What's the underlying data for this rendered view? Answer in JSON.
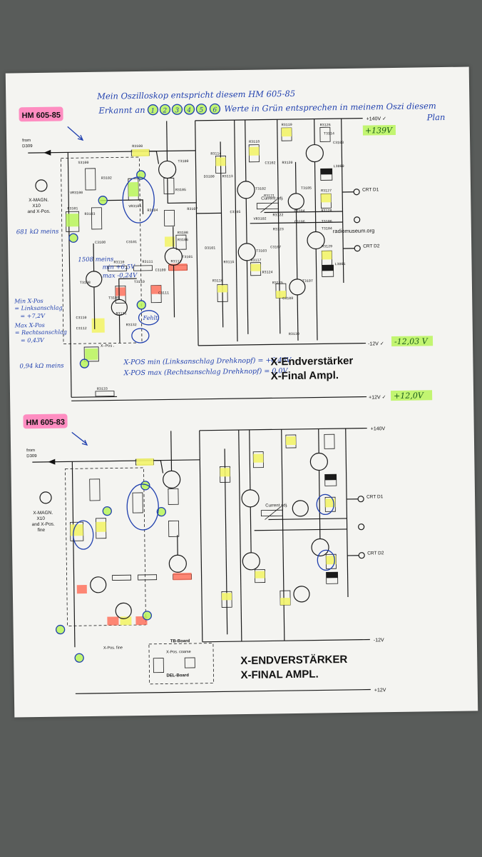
{
  "top": {
    "note_line1": "Mein Oszilloskop entspricht diesem HM 605-85",
    "note_line2_a": "Erkannt an",
    "circle_numbers": [
      "1",
      "2",
      "3",
      "4",
      "5",
      "6"
    ],
    "note_line2_b": "Werte in Grün entsprechen in meinem Oszi diesem",
    "note_line3": "Plan",
    "model_tag": "HM 605-85",
    "from_label": "from",
    "from_ref": "D309",
    "input_label_1": "X-MAGN.",
    "input_label_2": "X10",
    "input_label_3": "and X-Pos.",
    "v140": "+140V ✓",
    "v139": "+139V",
    "vm12": "-12V ✓",
    "vm1203": "-12,03 V",
    "v12": "+12V ✓",
    "v120": "+12,0V",
    "annot_681": "681 kΩ meins",
    "annot_1508": "1508 meins",
    "annot_min": "min +6,5V",
    "annot_max": "max -0,24V",
    "annot_minpos_1": "Min X-Pos",
    "annot_minpos_2": "= Linksanschlag",
    "annot_minpos_3": "= +7,2V",
    "annot_maxpos_1": "Max X-Pos",
    "annot_maxpos_2": "= Rechtsanschlag",
    "annot_maxpos_3": "= 0,43V",
    "annot_094": "0,94 kΩ meins",
    "annot_fehlt": "Fehlt",
    "annot_xpos_min": "X-POS min (Linksanschlag Drehknopf) = +6,46V",
    "annot_xpos_max": "X-POS max (Rechtsanschlag Drehknopf) = 0,0V",
    "title_1": "X-Endverstärker",
    "title_2": "X-Final Ampl.",
    "watermark": "radiomuseum.org",
    "crt_d1": "CRT D1",
    "crt_d2": "CRT D2",
    "current_adj": "Current adj.",
    "components": [
      "S3100",
      "VR3100",
      "R3100",
      "T3100",
      "R3105",
      "R3107",
      "R3106",
      "R3103",
      "R3101",
      "R3102",
      "R3104",
      "C3100",
      "C3101",
      "R3108",
      "T3108",
      "T3109",
      "T3110",
      "R3110",
      "R3111",
      "R3112",
      "R3120",
      "T3114",
      "D3100",
      "R3114",
      "R3113",
      "R3115",
      "R3116",
      "T3102",
      "R3118",
      "C3102",
      "R3117",
      "R3119",
      "R3126",
      "C3103",
      "L3000",
      "R3127",
      "R3128",
      "T3104",
      "T3105",
      "T3106",
      "T3107",
      "R3129",
      "L3001",
      "C3108",
      "C3105",
      "R3130",
      "VR3101",
      "VR3102",
      "R3121",
      "R3122",
      "R3123",
      "C3104",
      "C3106",
      "C3107",
      "R3124",
      "R3125",
      "D3101",
      "T3103",
      "T3101",
      "C3109",
      "C3110",
      "C3111",
      "C3112",
      "R3131",
      "R3132",
      "R3133",
      "X-Pos."
    ]
  },
  "bottom": {
    "model_tag": "HM 605-83",
    "from_label": "from",
    "from_ref": "D309",
    "input_label_1": "X-MAGN.",
    "input_label_2": "X10",
    "input_label_3": "and X-Pos.",
    "input_label_4": "fine",
    "v140": "+140V",
    "vm12": "-12V",
    "v12": "+12V",
    "tb_board": "TB-Board",
    "del_board": "DEL-Board",
    "xpos_coarse": "X-Pos. coarse",
    "xpos_fine": "X-Pos. fine",
    "title_1": "X-ENDVERSTÄRKER",
    "title_2": "X-FINAL AMPL.",
    "crt_d1": "CRT D1",
    "crt_d2": "CRT D2",
    "current_adj": "Current adj."
  },
  "colors": {
    "paper": "#f4f4f1",
    "background": "#595c5a",
    "ink_blue": "#1f3fae",
    "highlight_green": "#b9f55a",
    "highlight_yellow": "#f3f46a",
    "highlight_pink": "#ff7ab8",
    "highlight_red": "#ff6a55"
  }
}
